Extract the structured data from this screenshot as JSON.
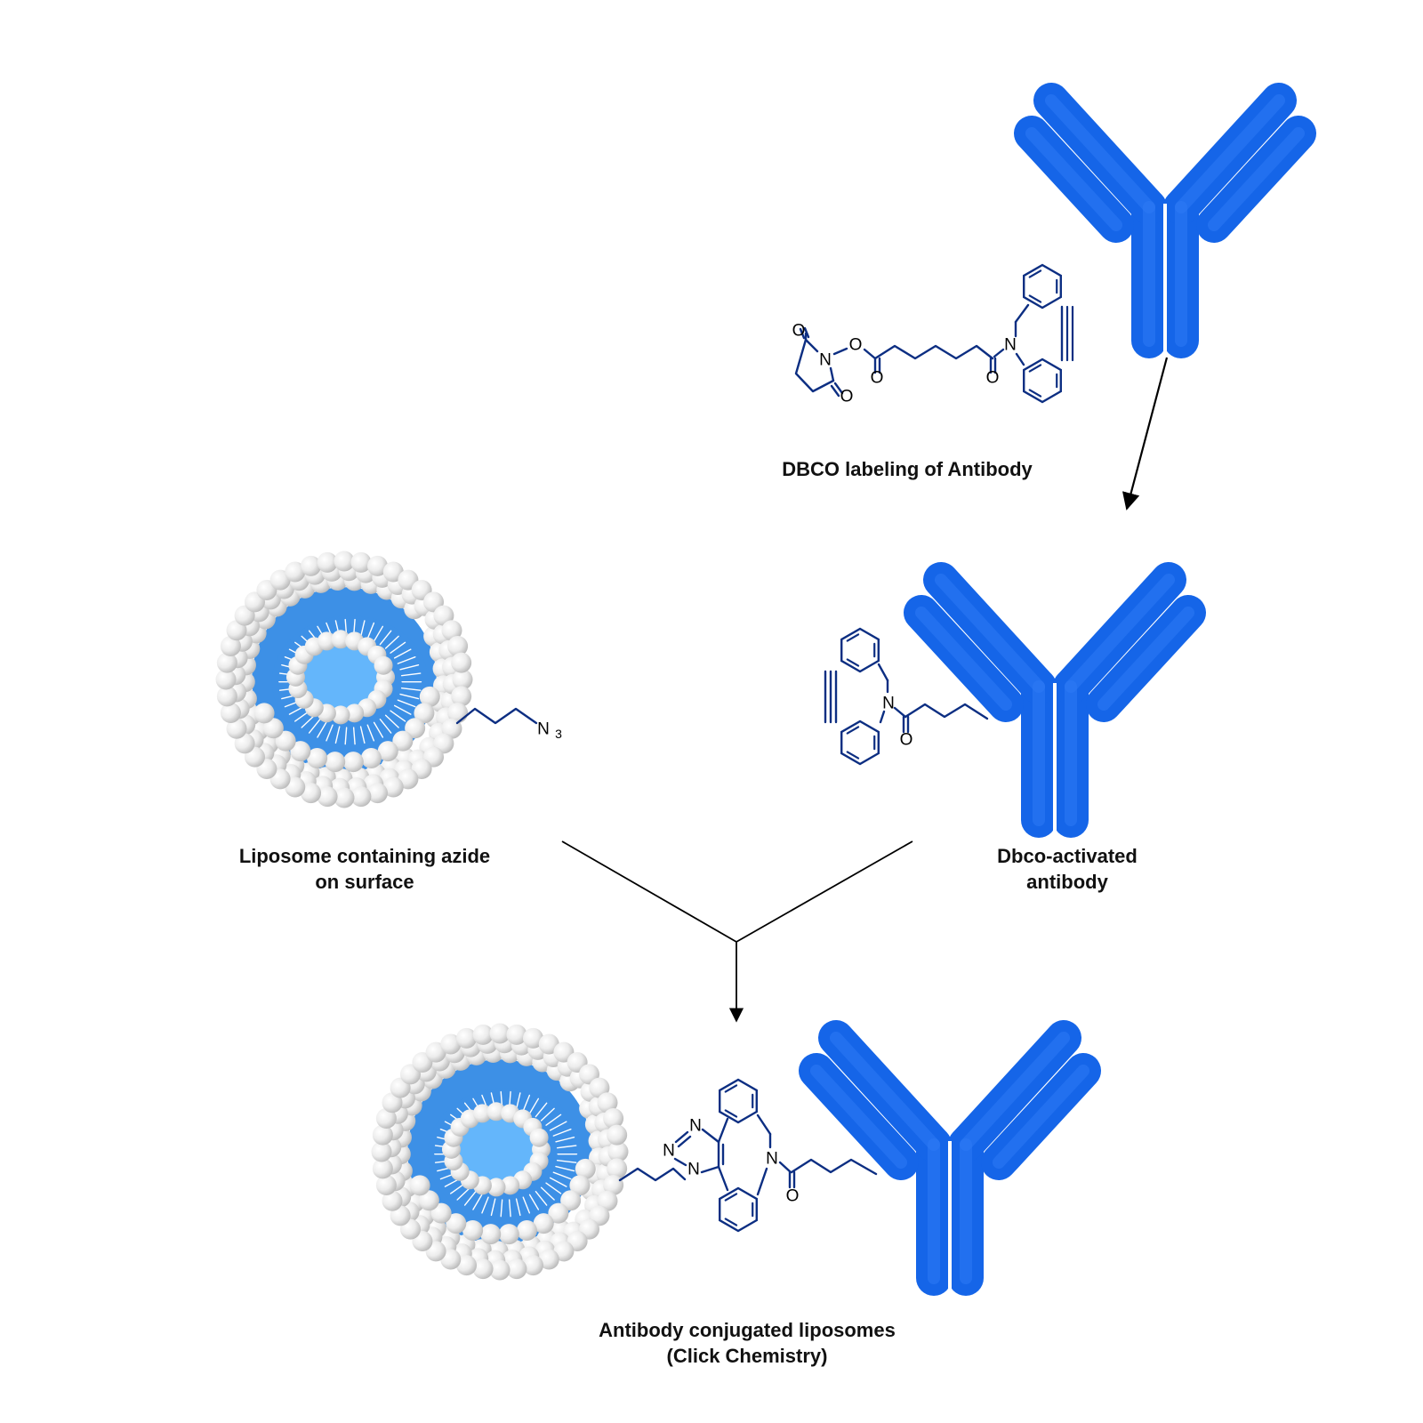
{
  "captions": {
    "dbco_labeling": "DBCO labeling of Antibody",
    "liposome_line1": "Liposome containing azide",
    "liposome_line2": "on surface",
    "activated_line1": "Dbco-activated",
    "activated_line2": "antibody",
    "product_line1": "Antibody conjugated liposomes",
    "product_line2": "(Click Chemistry)"
  },
  "atom_labels": {
    "oxygen": "O",
    "nitrogen": "N",
    "azide_n": "N",
    "azide_sub": "3"
  },
  "colors": {
    "antibody": "#1565e8",
    "antibody_highlight": "#2d7af5",
    "molecule": "#0c2e82",
    "liposome_core": "#64b6fb",
    "liposome_ring": "#3d90e6",
    "lipid_head": "#e6e6e6",
    "arrow": "#000000"
  }
}
